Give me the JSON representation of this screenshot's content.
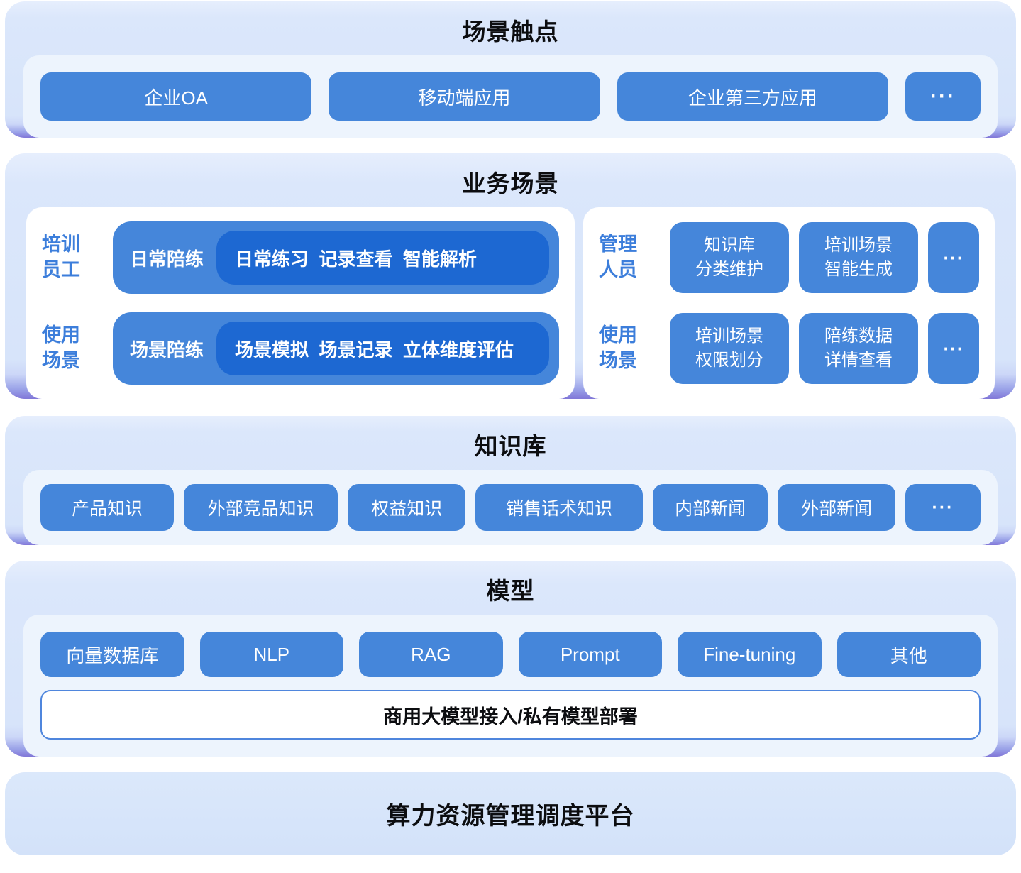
{
  "colors": {
    "button_blue": "#4586da",
    "deep_pill_blue": "#1d68d2",
    "label_blue": "#3c7edb",
    "slab_light_blue": "#d9e6fb",
    "slab_edge_purple": "#8177d8",
    "panel_blue_white": "#edf4fd",
    "title_black": "#0c0d10"
  },
  "touchpoints": {
    "title": "场景触点",
    "buttons": [
      "企业OA",
      "移动端应用",
      "企业第三方应用",
      "···"
    ]
  },
  "business": {
    "title": "业务场景",
    "left": {
      "rows": [
        {
          "side": "培训\n员工",
          "group": "日常陪练",
          "items": "日常练习  记录查看  智能解析"
        },
        {
          "side": "使用\n场景",
          "group": "场景陪练",
          "items": "场景模拟  场景记录  立体维度评估"
        }
      ]
    },
    "right": {
      "rows": [
        {
          "side": "管理\n人员",
          "buttons": [
            "知识库\n分类维护",
            "培训场景\n智能生成",
            "···"
          ]
        },
        {
          "side": "使用\n场景",
          "buttons": [
            "培训场景\n权限划分",
            "陪练数据\n详情查看",
            "···"
          ]
        }
      ]
    }
  },
  "knowledge": {
    "title": "知识库",
    "buttons": [
      "产品知识",
      "外部竞品知识",
      "权益知识",
      "销售话术知识",
      "内部新闻",
      "外部新闻",
      "···"
    ]
  },
  "model": {
    "title": "模型",
    "buttons": [
      "向量数据库",
      "NLP",
      "RAG",
      "Prompt",
      "Fine-tuning",
      "其他"
    ],
    "bar": "商用大模型接入/私有模型部署"
  },
  "platform": {
    "title": "算力资源管理调度平台"
  }
}
